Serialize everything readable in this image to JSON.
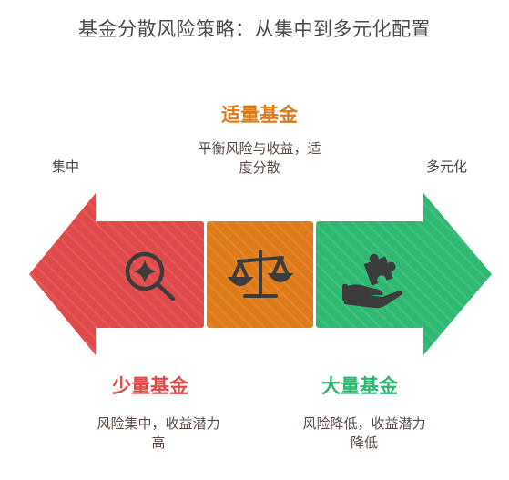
{
  "title": "基金分散风险策略：从集中到多元化配置",
  "axis": {
    "left_label": "集中",
    "right_label": "多元化"
  },
  "sections": {
    "small": {
      "heading": "少量基金",
      "desc_line1": "风险集中，收益潜力",
      "desc_line2": "高",
      "color": "#e04a4a",
      "icon": "search-star-icon"
    },
    "moderate": {
      "heading": "适量基金",
      "desc_line1": "平衡风险与收益，适",
      "desc_line2": "度分散",
      "color": "#e07b1a",
      "icon": "balance-scale-icon"
    },
    "large": {
      "heading": "大量基金",
      "desc_line1": "风险降低，收益潜力",
      "desc_line2": "降低",
      "color": "#2fb872",
      "icon": "puzzle-hand-icon"
    }
  }
}
